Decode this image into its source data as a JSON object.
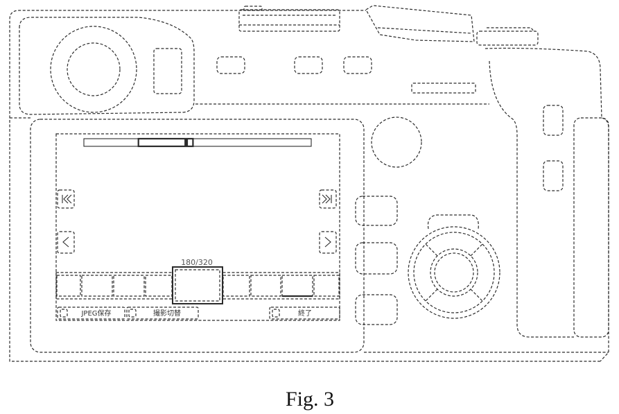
{
  "figure": {
    "caption": "Fig. 3"
  },
  "screen": {
    "counter": "180/320",
    "scrollbar": {
      "window_start": 0.24,
      "window_end": 0.48,
      "thumb": 0.45
    },
    "buttons": [
      {
        "label": "JPEG保存"
      },
      {
        "label": "撮影切替"
      },
      {
        "label": "終了"
      }
    ],
    "icons": {
      "skip_first": "skip-first-icon",
      "prev": "chevron-left-icon",
      "skip_last": "skip-last-icon",
      "next": "chevron-right-icon",
      "button_marker": "square-icon"
    }
  },
  "colors": {
    "line": "#2b2b2b",
    "background": "#ffffff"
  }
}
